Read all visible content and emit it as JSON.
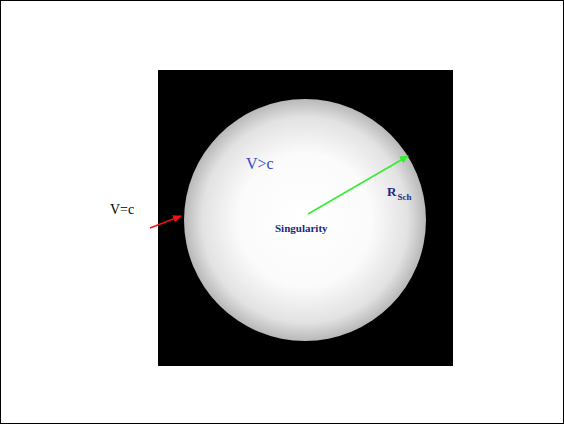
{
  "diagram": {
    "labels": [
      "V=c",
      "V>c",
      "R",
      "Sch",
      "Singularity"
    ]
  }
}
